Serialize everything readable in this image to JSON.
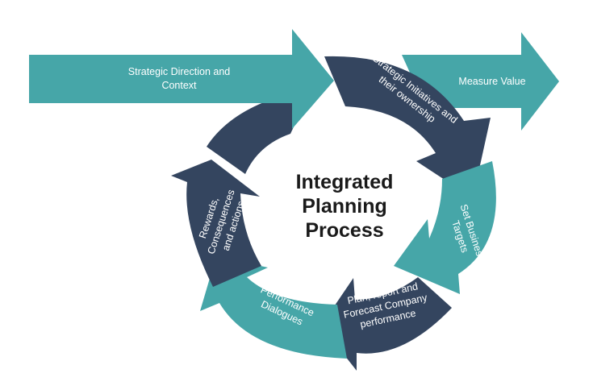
{
  "colors": {
    "teal": "#46a6a8",
    "navy": "#34455f",
    "text_light": "#ffffff",
    "text_dark": "#1a1a1a"
  },
  "center": {
    "line1": "Integrated",
    "line2": "Planning",
    "line3": "Process"
  },
  "arrows": {
    "strategic_direction": {
      "line1": "Strategic Direction and",
      "line2": "Context"
    },
    "measure_value": {
      "label": "Measure Value"
    }
  },
  "cycle": {
    "strategic_initiatives": {
      "line1": "Strategic Initiatives and",
      "line2": "their ownership"
    },
    "set_targets": {
      "line1": "Set Business",
      "line2": "Targets"
    },
    "plan_report": {
      "line1": "Plan, report and",
      "line2": "Forecast Company",
      "line3": "performance"
    },
    "performance_dialogues": {
      "line1": "Performance",
      "line2": "Dialogues"
    },
    "rewards": {
      "line1": "Rewards,",
      "line2": "Consequences",
      "line3": "and actions"
    }
  }
}
